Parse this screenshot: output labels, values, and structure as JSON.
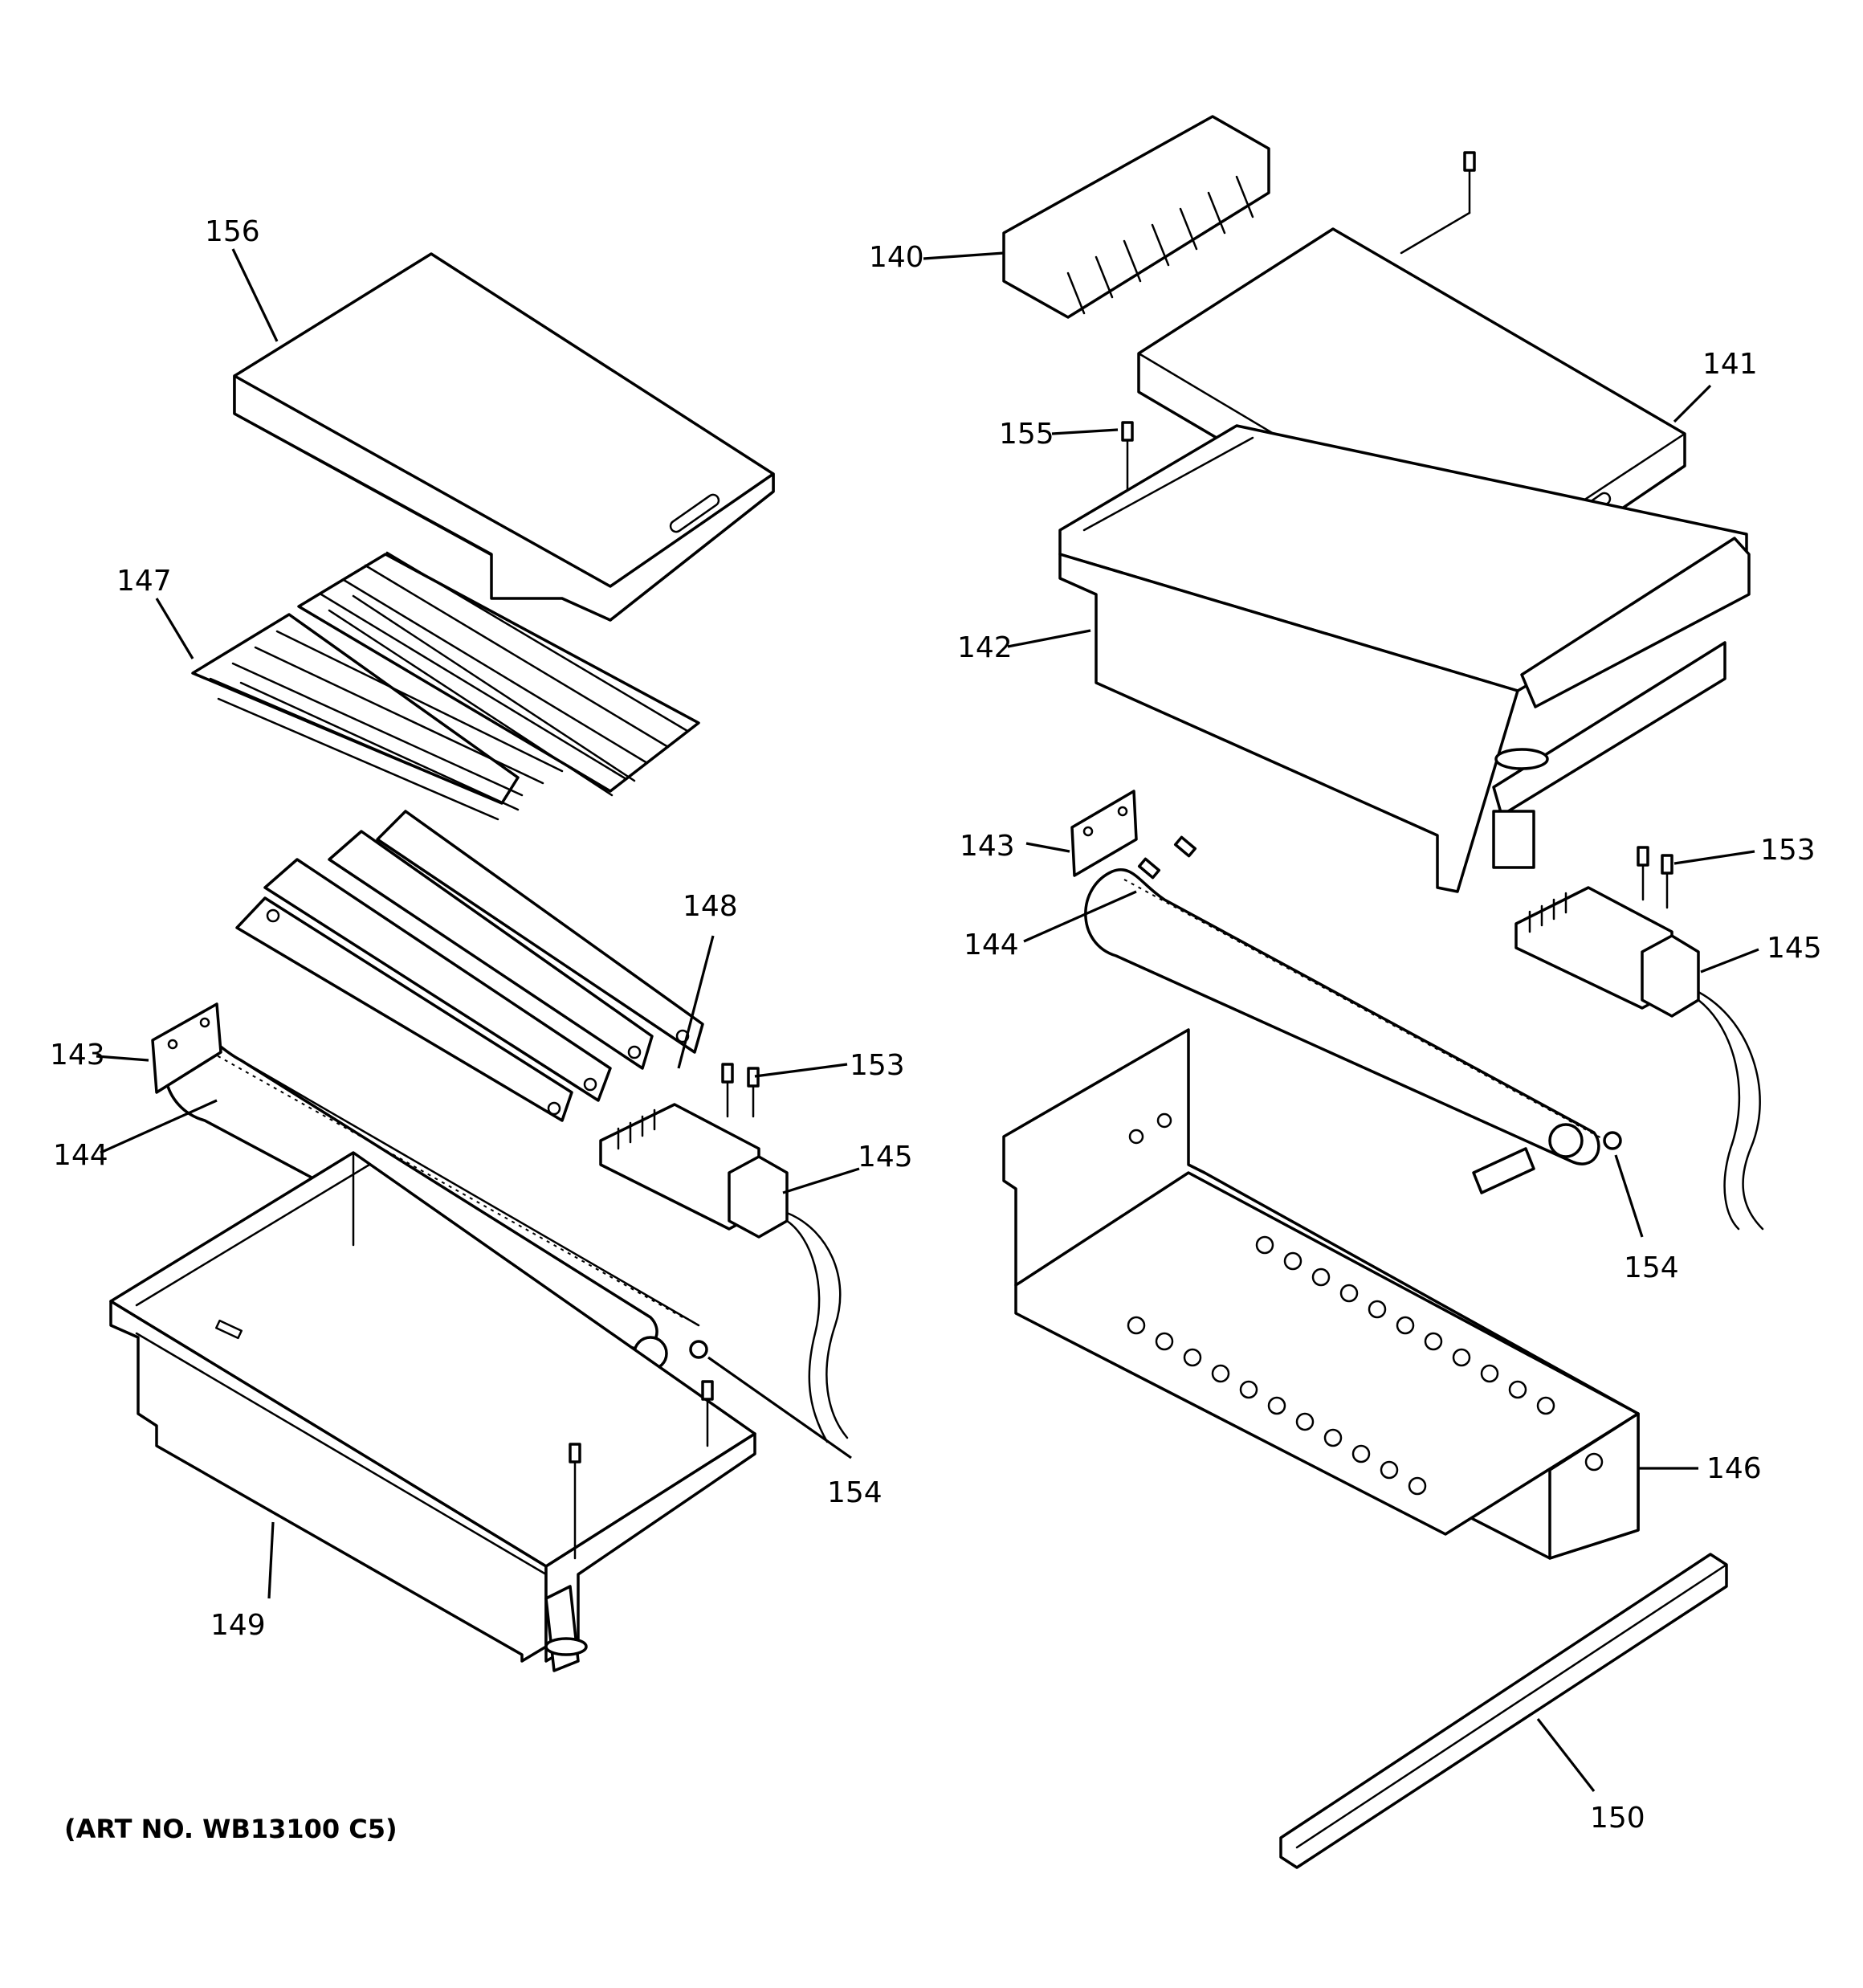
{
  "callouts": {
    "c156": "156",
    "c147": "147",
    "c148": "148",
    "c143_left": "143",
    "c144_left": "144",
    "c153_left": "153",
    "c145_left": "145",
    "c154_left": "154",
    "c149": "149",
    "c140": "140",
    "c141": "141",
    "c155": "155",
    "c142": "142",
    "c143_right": "143",
    "c144_right": "144",
    "c153_right": "153",
    "c145_right": "145",
    "c154_right": "154",
    "c146": "146",
    "c150": "150"
  },
  "art_number": "(ART NO. WB13100 C5)"
}
